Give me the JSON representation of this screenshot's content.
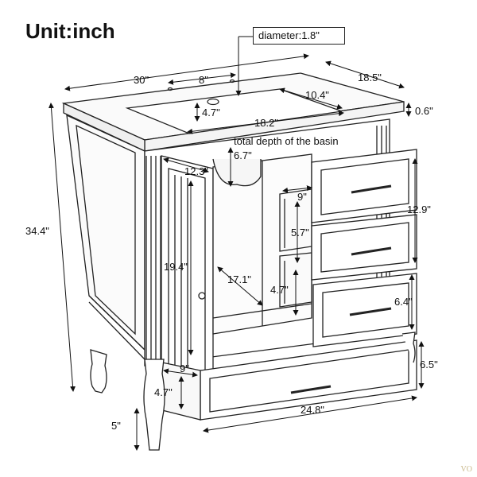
{
  "title": "Unit:inch",
  "callout": "diameter:1.8\"",
  "watermark": "VO",
  "dimensions": {
    "width": "30\"",
    "faucet_spacing": "8\"",
    "depth": "18.5\"",
    "top_thickness": "0.6\"",
    "basin_side": "10.4\"",
    "basin_front": "4.7\"",
    "basin_length": "18.2\"",
    "basin_depth_label": "total depth of the basin",
    "basin_depth": "6.7\"",
    "height": "34.4\"",
    "door_width": "12.3\"",
    "door_height": "19.4\"",
    "interior_depth": "17.1\"",
    "drawer_inner_width": "9\"",
    "drawer_face_height": "12.9\"",
    "drawer_inner_height": "5.7\"",
    "drawer_slide_height": "4.7\"",
    "drawer_lower_height": "6.4\"",
    "bottom_drawer_height": "6.5\"",
    "bottom_drawer_inner_width": "9\"",
    "bottom_drawer_inner_height": "4.7\"",
    "bottom_drawer_width": "24.8\"",
    "leg_height": "5\""
  }
}
